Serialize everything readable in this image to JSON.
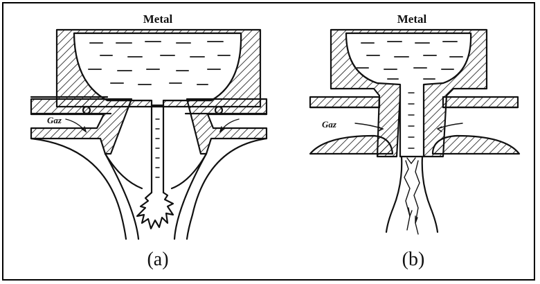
{
  "panel_a": {
    "metal_label": "Metal",
    "gas_label": "Gaz",
    "caption": "(a)"
  },
  "panel_b": {
    "metal_label": "Metal",
    "gas_label": "Gaz",
    "caption": "(b)"
  }
}
